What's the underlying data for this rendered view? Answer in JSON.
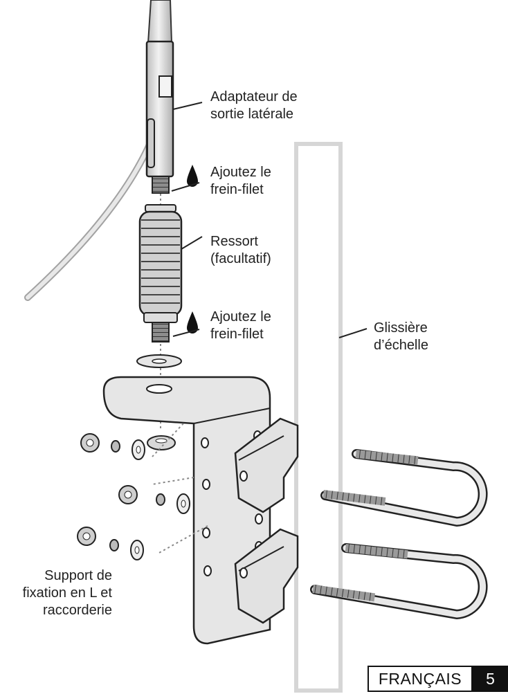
{
  "labels": {
    "side_exit_adapter": [
      "Adaptateur de",
      "sortie latérale"
    ],
    "threadlocker_top": [
      "Ajoutez le",
      "frein-filet"
    ],
    "spring": [
      "Ressort",
      "(facultatif)"
    ],
    "threadlocker_bottom": [
      "Ajoutez le",
      "frein-filet"
    ],
    "ladder_rail": [
      "Glissière",
      "d’échelle"
    ],
    "l_bracket": [
      "Support de",
      "fixation en L et",
      "raccorderie"
    ]
  },
  "footer": {
    "language": "FRANÇAIS",
    "page_number": "5"
  },
  "colors": {
    "line": "#222222",
    "part_fill": "#e4e4e4",
    "drop": "#111111"
  }
}
